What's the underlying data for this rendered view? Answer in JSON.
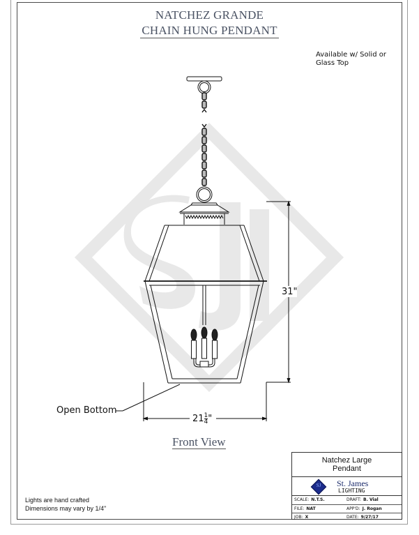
{
  "header": {
    "title_line1": "NATCHEZ GRANDE",
    "title_line2": "CHAIN HUNG PENDANT"
  },
  "notes": {
    "top_right_line1": "Available w/ Solid or",
    "top_right_line2": "Glass Top",
    "bottom_left_line1": "Lights are hand crafted",
    "bottom_left_line2": "Dimensions may vary by 1/4\""
  },
  "drawing": {
    "callout_open_bottom": "Open Bottom",
    "height_dimension": "31\"",
    "width_dimension_whole": "21",
    "width_dimension_num": "1",
    "width_dimension_den": "4",
    "width_dimension_unit": "\"",
    "view_label": "Front View",
    "watermark": "SJ",
    "colors": {
      "line": "#111111",
      "watermark": "#e6e6e6",
      "title": "#4a5263"
    }
  },
  "title_block": {
    "product_line1": "Natchez Large",
    "product_line2": "Pendant",
    "brand_name": "St. James",
    "brand_sub": "LIGHTING",
    "logo_text": "SJ",
    "logo_color": "#1c2c8c",
    "rows": [
      {
        "l_label": "SCALE:",
        "l_value": "N.T.S.",
        "r_label": "DRAFT:",
        "r_value": "B. Vial"
      },
      {
        "l_label": "FILE:",
        "l_value": "NAT",
        "r_label": "APP'D:",
        "r_value": "J. Rogan"
      },
      {
        "l_label": "JOB:",
        "l_value": "X",
        "r_label": "DATE:",
        "r_value": "9/27/17"
      }
    ]
  }
}
